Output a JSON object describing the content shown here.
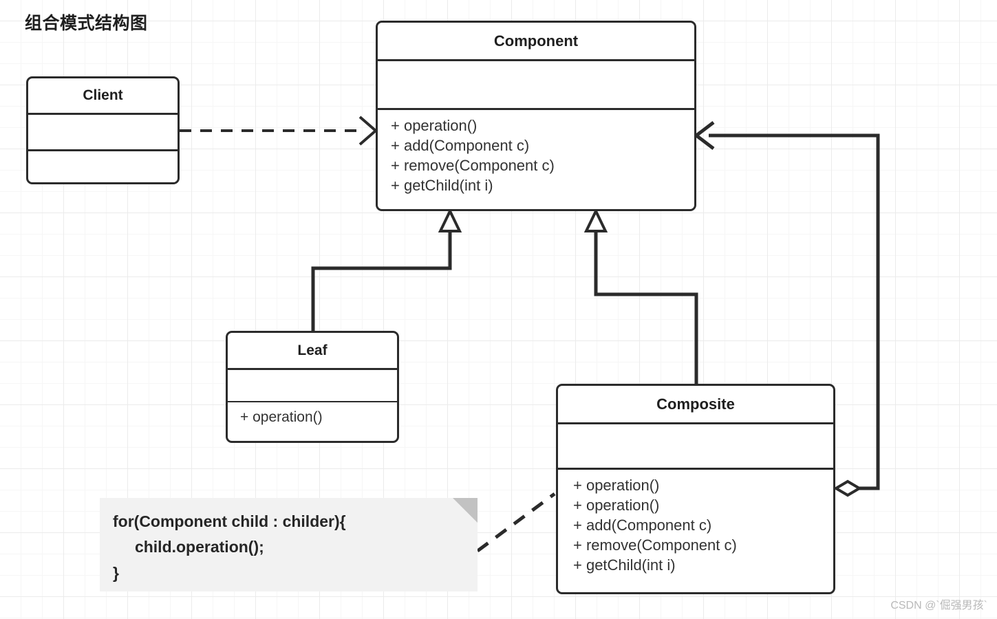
{
  "title": "组合模式结构图",
  "watermark": "CSDN @`倔强男孩`",
  "classes": {
    "client": {
      "name": "Client",
      "attributes": [],
      "methods": []
    },
    "component": {
      "name": "Component",
      "attributes": [],
      "methods": [
        "+ operation()",
        "+ add(Component c)",
        "+ remove(Component c)",
        "+ getChild(int i)"
      ]
    },
    "leaf": {
      "name": "Leaf",
      "attributes": [],
      "methods": [
        "+ operation()"
      ]
    },
    "composite": {
      "name": "Composite",
      "attributes": [],
      "methods": [
        "+ operation()",
        "+ operation()",
        "+ add(Component c)",
        "+ remove(Component c)",
        "+ getChild(int i)"
      ]
    }
  },
  "note": {
    "lines": [
      "for(Component child : childer){",
      "     child.operation();",
      "}"
    ]
  },
  "relations": [
    {
      "id": "client-component",
      "type": "dependency",
      "from": "Client",
      "to": "Component",
      "style": "dashed",
      "arrow": "open"
    },
    {
      "id": "leaf-component",
      "type": "generalization",
      "from": "Leaf",
      "to": "Component",
      "style": "solid",
      "arrow": "hollow-triangle"
    },
    {
      "id": "composite-component",
      "type": "generalization",
      "from": "Composite",
      "to": "Component",
      "style": "solid",
      "arrow": "hollow-triangle"
    },
    {
      "id": "composite-aggregation",
      "type": "aggregation",
      "from": "Composite",
      "to": "Component",
      "style": "solid",
      "arrow": "open",
      "source_decoration": "hollow-diamond"
    },
    {
      "id": "note-composite",
      "type": "note-link",
      "from": "note",
      "to": "Composite",
      "style": "dashed",
      "arrow": "none"
    }
  ],
  "colors": {
    "stroke": "#2b2b2b",
    "text": "#1f1f1f",
    "note_bg": "#f2f2f2",
    "note_fold": "#c2c2c2",
    "grid_minor": "#f6f6f6",
    "grid_major": "#ebebeb",
    "watermark": "#b9b9b9"
  }
}
